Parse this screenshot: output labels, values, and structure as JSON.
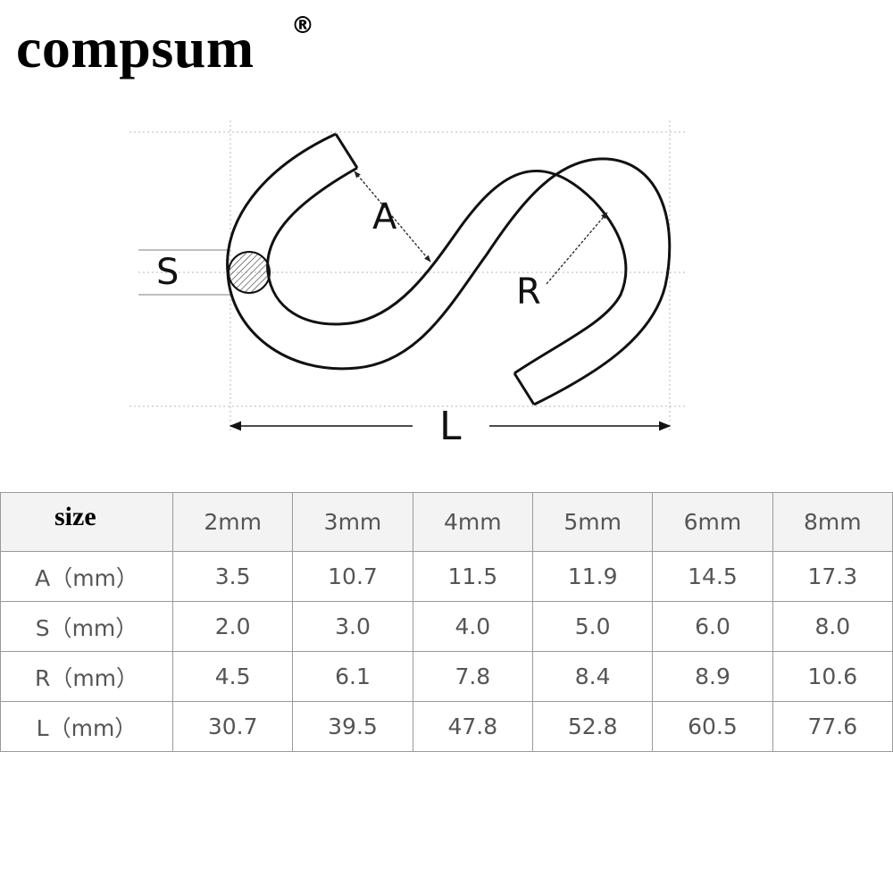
{
  "brand": {
    "name": "compsum",
    "registered_mark": "®"
  },
  "diagram": {
    "labels": {
      "A": "A",
      "S": "S",
      "R": "R",
      "L": "L"
    }
  },
  "table": {
    "header_label": "size",
    "sizes": [
      "2mm",
      "3mm",
      "4mm",
      "5mm",
      "6mm",
      "8mm"
    ],
    "rows": [
      {
        "label": "A（mm）",
        "values": [
          "3.5",
          "10.7",
          "11.5",
          "11.9",
          "14.5",
          "17.3"
        ]
      },
      {
        "label": "S（mm）",
        "values": [
          "2.0",
          "3.0",
          "4.0",
          "5.0",
          "6.0",
          "8.0"
        ]
      },
      {
        "label": "R（mm）",
        "values": [
          "4.5",
          "6.1",
          "7.8",
          "8.4",
          "8.9",
          "10.6"
        ]
      },
      {
        "label": "L（mm）",
        "values": [
          "30.7",
          "39.5",
          "47.8",
          "52.8",
          "60.5",
          "77.6"
        ]
      }
    ]
  },
  "colors": {
    "header_accent": "#1e8ae4",
    "header_bg": "#f3f3f3",
    "grid": "#9a9a9a",
    "text": "#555555"
  }
}
